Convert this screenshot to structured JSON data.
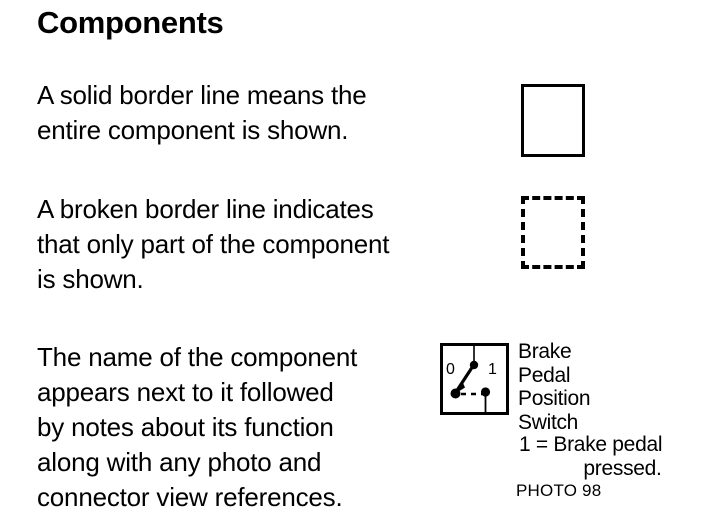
{
  "slide": {
    "title": "Components",
    "background_color": "#ffffff",
    "ink_color": "#000000",
    "paragraphs": [
      {
        "id": "solid-border",
        "text": "A solid border line means the\nentire component is shown."
      },
      {
        "id": "broken-border",
        "text": "A broken border line indicates\nthat only part of the component\nis shown."
      },
      {
        "id": "component-name",
        "text": "The name of the component\nappears next to it followed\nby notes about its function\nalong with any photo and\nconnector view references."
      }
    ],
    "examples": {
      "solid_box": {
        "name": "solid-border-example",
        "border_style": "solid"
      },
      "broken_box": {
        "name": "broken-border-example",
        "border_style": "dashed"
      }
    },
    "switch_example": {
      "symbol": {
        "name": "brake-pedal-position-switch-symbol",
        "terminal_labels": [
          "0",
          "1"
        ],
        "state": "0"
      },
      "caption": "Brake\nPedal\nPosition\nSwitch",
      "note_line_1": "1 = Brake pedal",
      "note_line_2": "pressed.",
      "photo_reference": "PHOTO 98"
    }
  }
}
